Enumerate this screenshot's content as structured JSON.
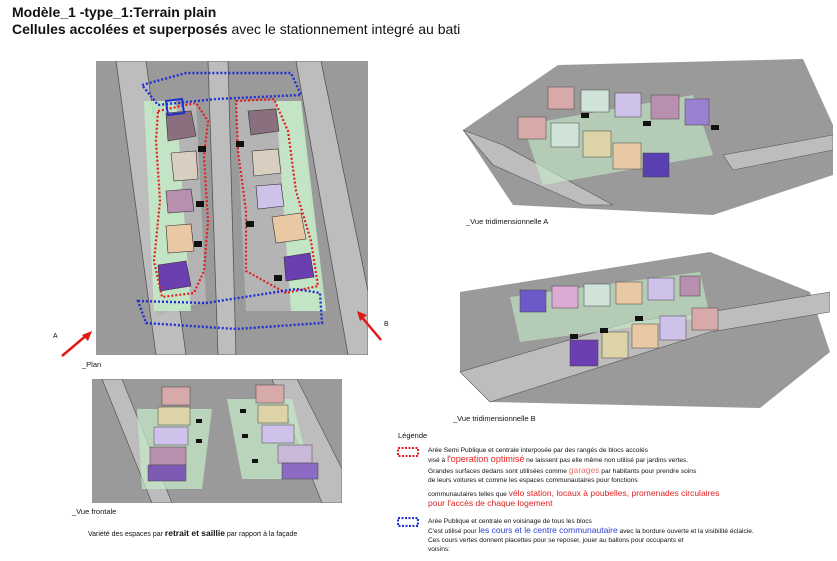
{
  "header": {
    "title": "Modèle_1 -type_1:Terrain plain",
    "subtitle_bold": "Cellules accolées et superposés",
    "subtitle_rest": " avec le stationnement integré au bati"
  },
  "views": {
    "plan_caption": "_Plan",
    "frontal_caption": "_Vue frontale",
    "view_a_caption": "_Vue tridimensionnelle A",
    "view_b_caption": "_Vue tridimensionnelle B",
    "marker_a": "A",
    "marker_b": "B"
  },
  "variety": {
    "before": "Variété des espaces par ",
    "bold": "retrait et saillie",
    "after": " par rapport à la façade"
  },
  "legend": {
    "title": "Légende",
    "red_l1": "Arée Semi Publique et centrale interposée par des rangés de blocs accolés",
    "red_l2_a": "visé à ",
    "red_l2_b": "l'operation optimisé",
    "red_l2_c": " ne laissent pas elle même non utilisé par jardins vertes.",
    "red_l3_a": "Grandes surfaces dedans sont utilisées comme ",
    "red_l3_b": "garages",
    "red_l3_c": " par habitants pour prendre soins",
    "red_l4": "de leurs voitures et comme les espaces communautaires pour fonctions",
    "red_l5_a": "communautaires telles que ",
    "red_l5_b": "vélo station, locaux à poubelles, promenades circulaires",
    "red_l6": "pour l'accès de chaque logement",
    "blue_l1": "Arée Publique et centrale en voisinage de tous les blocs",
    "blue_l2_a": "C'est utilisé pour ",
    "blue_l2_b": "les cours et le centre communautaire",
    "blue_l2_c": " avec la bordure ouverte et la visibilité éclaicie.",
    "blue_l3": "Ces cours vertes donnent placettes pour se reposer, jouer au ballons pour occupants et",
    "blue_l4": "voisins:"
  },
  "colors": {
    "panel_bg": "#9a9a9a",
    "road": "#c8c8c8",
    "semi_public_border": "#e02020",
    "public_border": "#1f2fd0",
    "green_court": "#c7ecc9",
    "blocks": [
      "#8a6f7f",
      "#d9cfc0",
      "#e8c9a4",
      "#b98fb0",
      "#cfc2ea",
      "#6b3fb0"
    ]
  },
  "icons": [
    "arrow-a-icon",
    "arrow-b-icon",
    "legend-red-dotted-icon",
    "legend-blue-dotted-icon"
  ]
}
